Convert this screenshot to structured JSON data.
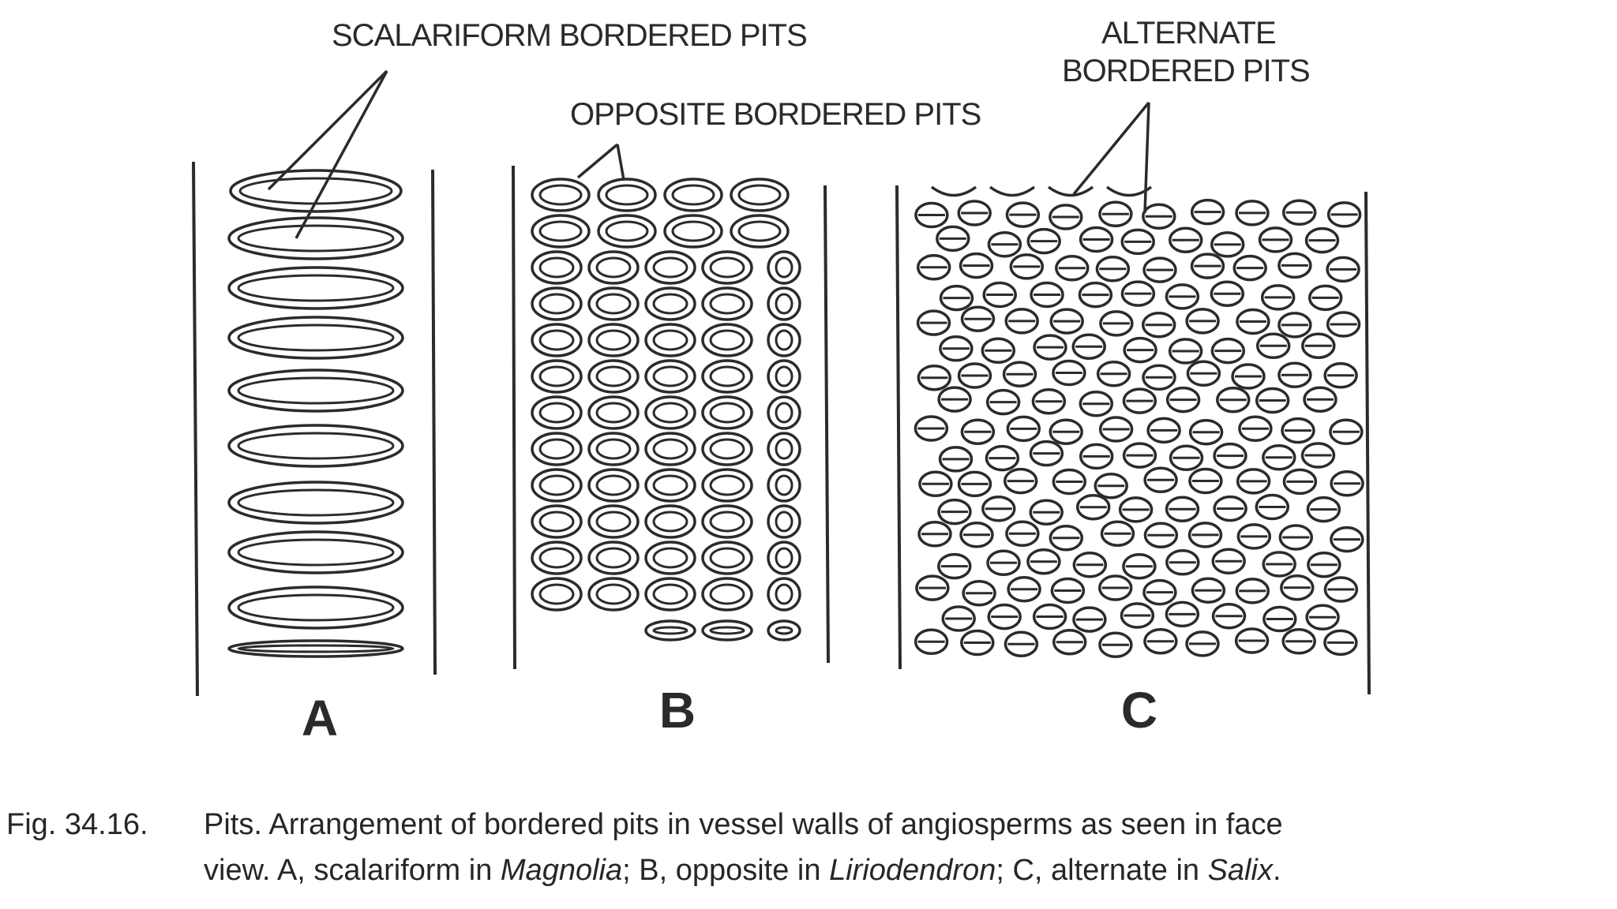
{
  "labels": {
    "scalariform": "SCALARIFORM BORDERED PITS",
    "opposite": "OPPOSITE BORDERED PITS",
    "alternate_line1": "ALTERNATE",
    "alternate_line2": "BORDERED PITS"
  },
  "panels": {
    "a": "A",
    "b": "B",
    "c": "C"
  },
  "caption": {
    "number": "Fig. 34.16.",
    "text_line1": "Pits. Arrangement of bordered pits  in vessel walls of angiosperms as seen in face",
    "line2_prefix": "view. A, scalariform in ",
    "genus_a": "Magnolia",
    "line2_mid1": "; B, opposite in ",
    "genus_b": "Liriodendron",
    "line2_mid2": "; C, alternate in ",
    "genus_c": "Salix",
    "line2_end": "."
  }
}
